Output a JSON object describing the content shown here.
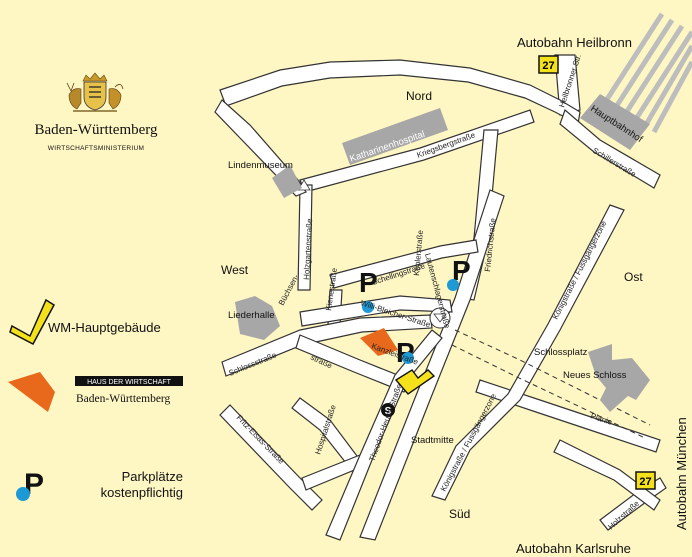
{
  "colors": {
    "background": "#fef6c3",
    "building": "#a7a7a7",
    "hq_yellow": "#f4e11c",
    "haus_orange": "#e8681c",
    "parking_blue": "#1d9ad6",
    "highway_badge": "#f4e11c"
  },
  "branding": {
    "state_name": "Baden-Württemberg",
    "ministry": "WIRTSCHAFTSMINISTERIUM",
    "coat_of_arms_icon": "coat-of-arms-icon"
  },
  "legend": {
    "hq_label": "WM-Hauptgebäude",
    "haus_badge": "HAUS DER WIRTSCHAFT",
    "haus_state": "Baden-Württemberg",
    "parking_letter": "P",
    "parking_line1": "Parkplätze",
    "parking_line2": "kostenpflichtig"
  },
  "map": {
    "areas": {
      "north": "Nord",
      "west": "West",
      "east": "Ost",
      "south": "Süd",
      "center": "Stadtmitte"
    },
    "highways": {
      "heilbronn": "Autobahn Heilbronn",
      "karlsruhe": "Autobahn Karlsruhe",
      "muenchen": "Autobahn München",
      "number": "27"
    },
    "pois": {
      "lindenmuseum": "Lindenmuseum",
      "liederhalle": "Liederhalle",
      "katharinenhospital": "Katharinenhospital",
      "hauptbahnhof": "Hauptbahnhof",
      "schlossplatz": "Schlossplatz",
      "neues_schloss": "Neues Schloss",
      "sbahn_symbol": "S"
    },
    "streets": {
      "kriegsbergstrasse": "Kriegsbergstraße",
      "heilbronner_str": "Heilbronner Str.",
      "schillerstrasse": "Schillerstraße",
      "friedrichstrasse": "Friedrichstraße",
      "koenigstrasse_upper": "Königstraße / Fussgängerzone",
      "koenigstrasse_lower": "Königstraße / Fussgängerzone",
      "holzgartenstrasse": "Holzgartenstraße",
      "buechsenstrasse_1": "Büchsen-",
      "buechsenstrasse_2": "straße",
      "schlossstrasse": "Schlossstraße",
      "fritz_elsas_strasse": "Fritz-Elsas-Straße",
      "hospitalstrasse": "Hospitalstraße",
      "theodor_heuss_strasse": "Theodor-Heuss-Straße",
      "kienestrasse": "Kienestraße",
      "schellingstrasse": "Schellingstraße",
      "kanzleistrasse": "Kanzleistraße",
      "lautenschlagerstrasse": "Lautenschlagerstraße",
      "willi_bleicher_strasse": "Willi-Bleicher-Straße",
      "keplerstrasse": "Keplerstraße",
      "planie": "Planie",
      "holzstrasse": "Holzstraße",
      "parking_p": "P"
    }
  }
}
